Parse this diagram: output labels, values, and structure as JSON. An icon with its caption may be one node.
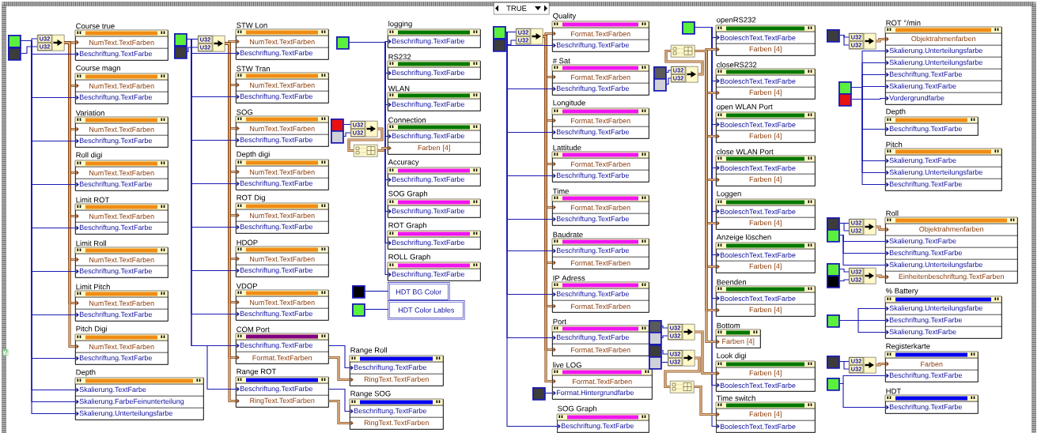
{
  "diagram": {
    "nodes": [
      {
        "text": [],
        "shape": "box"
      },
      {
        "text": [],
        "shape": "box"
      },
      {
        "text": [
          "U32",
          "U32"
        ]
      },
      {
        "text": [
          "Course true",
          "NumText.TextFarben",
          "Beschriftung.TextFarbe"
        ]
      },
      {
        "text": [
          "Course magn",
          "NumText.TextFarben",
          "Beschriftung.TextFarbe"
        ]
      },
      {
        "text": [
          "Variation",
          "NumText.TextFarben",
          "Beschriftung.TextFarbe"
        ]
      },
      {
        "text": [
          "Roll digi",
          "NumText.TextFarben",
          "Beschriftung.TextFarbe"
        ]
      },
      {
        "text": [
          "Limit ROT",
          "NumText.TextFarben",
          "Beschriftung.TextFarbe"
        ]
      },
      {
        "text": [
          "Limit Roll",
          "NumText.TextFarben",
          "Beschriftung.TextFarbe"
        ]
      },
      {
        "text": [
          "Limit Pitch",
          "NumText.TextFarben",
          "Beschriftung.TextFarbe"
        ]
      },
      {
        "text": [
          "Pitch Digi",
          "NumText.TextFarben",
          "Beschriftung.TextFarbe"
        ]
      },
      {
        "text": [
          "Depth",
          "Skalierung.TextFarbe",
          "Skalierung.FarbeFeinunterteilung",
          "Skalierung.Unterteilungsfarbe"
        ]
      },
      {
        "text": [],
        "shape": "box"
      },
      {
        "text": [],
        "shape": "box"
      },
      {
        "text": [
          "U32",
          "U32"
        ]
      },
      {
        "text": [
          "STW Lon",
          "NumText.TextFarben",
          "Beschriftung.TextFarbe"
        ]
      },
      {
        "text": [
          "STW Tran",
          "NumText.TextFarben",
          "Beschriftung.TextFarbe"
        ]
      },
      {
        "text": [
          "SOG",
          "NumText.TextFarben",
          "Beschriftung.TextFarbe"
        ]
      },
      {
        "text": [
          "Depth digi",
          "NumText.TextFarben",
          "Beschriftung.TextFarbe"
        ]
      },
      {
        "text": [
          "ROT Dig",
          "NumText.TextFarben",
          "Beschriftung.TextFarbe"
        ]
      },
      {
        "text": [
          "HDOP",
          "NumText.TextFarben",
          "Beschriftung.TextFarbe"
        ]
      },
      {
        "text": [
          "VDOP",
          "NumText.TextFarben",
          "Beschriftung.TextFarbe"
        ]
      },
      {
        "text": [
          "COM Port",
          "Beschriftung.TextFarbe",
          "Format.TextFarben"
        ]
      },
      {
        "text": [
          "Range ROT",
          "Beschriftung.TextFarbe",
          "RingText.TextFarben"
        ]
      },
      {
        "text": [
          "Range Roll",
          "Beschriftung.TextFarbe",
          "RingText.TextFarben"
        ]
      },
      {
        "text": [
          "Range SOG",
          "Beschriftung.TextFarbe",
          "RingText.TextFarben"
        ]
      },
      {
        "text": [],
        "shape": "box"
      },
      {
        "text": [
          "logging",
          "Beschriftung.TextFarbe"
        ]
      },
      {
        "text": [
          "RS232",
          "Beschriftung.TextFarbe"
        ]
      },
      {
        "text": [
          "WLAN",
          "Beschriftung.TextFarbe"
        ]
      },
      {
        "text": [
          "Connection",
          "Beschriftung.TextFarbe",
          "Farben [4]"
        ]
      },
      {
        "text": [
          "Accuracy",
          "Beschriftung.TextFarbe"
        ]
      },
      {
        "text": [
          "SOG Graph",
          "Beschriftung.TextFarbe"
        ]
      },
      {
        "text": [
          "ROT Graph",
          "Beschriftung.TextFarbe"
        ]
      },
      {
        "text": [
          "ROLL Graph",
          "Beschriftung.TextFarbe"
        ]
      },
      {
        "text": [],
        "shape": "box"
      },
      {
        "text": [],
        "shape": "box"
      },
      {
        "text": [
          "U32",
          "U32"
        ]
      },
      {
        "text": [],
        "shape": "box"
      },
      {
        "text": [],
        "shape": "box"
      },
      {
        "text": [
          "HDT BG Color"
        ]
      },
      {
        "text": [],
        "shape": "box"
      },
      {
        "text": [
          "HDT Color Lables"
        ]
      },
      {
        "text": [],
        "shape": "box"
      },
      {
        "text": [],
        "shape": "box"
      },
      {
        "text": [
          "U32",
          "U32"
        ]
      },
      {
        "text": [
          "Quality",
          "Format.TextFarben",
          "Beschriftung.TextFarbe"
        ]
      },
      {
        "text": [
          "# Sat",
          "Format.TextFarben",
          "Beschriftung.TextFarbe"
        ]
      },
      {
        "text": [
          "Longitude",
          "Format.TextFarben",
          "Beschriftung.TextFarbe"
        ]
      },
      {
        "text": [
          "Lattitude",
          "Format.TextFarben",
          "Beschriftung.TextFarbe"
        ]
      },
      {
        "text": [
          "Time",
          "Format.TextFarben",
          "Beschriftung.TextFarbe"
        ]
      },
      {
        "text": [
          "Baudrate",
          "Beschriftung.TextFarbe",
          "Format.TextFarben"
        ]
      },
      {
        "text": [
          "IP Adress",
          "Beschriftung.TextFarbe",
          "Format.TextFarben"
        ]
      },
      {
        "text": [
          "Port",
          "Beschriftung.TextFarbe",
          "Format.TextFarben"
        ]
      },
      {
        "text": [
          "live LOG",
          "Format.TextFarben",
          "Format.Hintergrundfarbe"
        ]
      },
      {
        "text": [],
        "shape": "box"
      },
      {
        "text": [
          "SOG Graph",
          "Beschriftung.TextFarbe"
        ]
      },
      {
        "text": [],
        "shape": "box"
      },
      {
        "text": [],
        "shape": "box"
      },
      {
        "text": [],
        "shape": "box"
      },
      {
        "text": [],
        "shape": "box"
      },
      {
        "text": [
          "U32",
          "U32"
        ]
      },
      {
        "text": [
          "openRS232",
          "BooleschText.TextFarbe",
          "Farben [4]"
        ]
      },
      {
        "text": [
          "closeRS232",
          "BooleschText.TextFarbe",
          "Farben [4]"
        ]
      },
      {
        "text": [
          "open WLAN Port",
          "BooleschText.TextFarbe",
          "Farben [4]"
        ]
      },
      {
        "text": [
          "close WLAN Port",
          "BooleschText.TextFarbe",
          "Farben [4]"
        ]
      },
      {
        "text": [
          "Loggen",
          "BooleschText.TextFarbe",
          "Farben [4]"
        ]
      },
      {
        "text": [
          "Anzeige löschen",
          "BooleschText.TextFarbe",
          "Farben [4]"
        ]
      },
      {
        "text": [
          "Beenden",
          "BooleschText.TextFarbe",
          "Farben [4]"
        ]
      },
      {
        "text": [
          "Bottom",
          "Farben [4]"
        ]
      },
      {
        "text": [],
        "shape": "box"
      },
      {
        "text": [],
        "shape": "box"
      },
      {
        "text": [],
        "shape": "box"
      },
      {
        "text": [],
        "shape": "box"
      },
      {
        "text": [
          "U32",
          "U32"
        ]
      },
      {
        "text": [
          "U32",
          "U32"
        ]
      },
      {
        "text": [],
        "shape": "box"
      },
      {
        "text": [
          "Look digi",
          "Farben [4]",
          "BooleschText.TextFarbe"
        ]
      },
      {
        "text": [
          "Time switch",
          "Farben [4]",
          "BooleschText.TextFarbe"
        ]
      },
      {
        "text": [],
        "shape": "box"
      },
      {
        "text": [
          "U32",
          "U32"
        ]
      },
      {
        "text": [
          "ROT °/min",
          "Objektrahmenfarben",
          "Skalierung.Unterteilungsfarbe",
          "Skalierung.Unterteilungsfarbe",
          "Beschriftung.TextFarbe",
          "Skalierung.TextFarbe",
          "Vordergrundfarbe"
        ]
      },
      {
        "text": [],
        "shape": "box"
      },
      {
        "text": [],
        "shape": "box"
      },
      {
        "text": [
          "Depth",
          "Beschriftung.TextFarbe"
        ]
      },
      {
        "text": [
          "Pitch",
          "Skalierung.TextFarbe",
          "Skalierung.Unterteilungsfarbe",
          "Beschriftung.TextFarbe"
        ]
      },
      {
        "text": [],
        "shape": "box"
      },
      {
        "text": [],
        "shape": "box"
      },
      {
        "text": [
          "U32",
          "U32"
        ]
      },
      {
        "text": [
          "Roll",
          "Objektrahmenfarben",
          "Skalierung.TextFarbe",
          "Beschriftung.TextFarbe",
          "Skalierung.Unterteilungsfarbe",
          "Einheitenbeschriftung.TextFarben"
        ]
      },
      {
        "text": [],
        "shape": "box"
      },
      {
        "text": [],
        "shape": "box"
      },
      {
        "text": [
          "U32",
          "U32"
        ]
      },
      {
        "text": [
          "% Battery",
          "Skalierung.Unterteilungsfarbe",
          "Beschriftung.TextFarbe",
          "Skalierung.TextFarbe"
        ]
      },
      {
        "text": [],
        "shape": "box"
      },
      {
        "text": [],
        "shape": "box"
      },
      {
        "text": [],
        "shape": "box"
      },
      {
        "text": [
          "U32",
          "U32"
        ]
      },
      {
        "text": [
          "Registerkarte",
          "Farben",
          "Beschriftung.TextFarbe"
        ]
      },
      {
        "text": [
          "HDT",
          "Beschriftung.TextFarbe"
        ]
      }
    ],
    "edges": [
      {
        "from": 0,
        "to": 2,
        "arrow": "none"
      },
      {
        "from": 1,
        "to": 2,
        "arrow": "none"
      },
      {
        "from": 2,
        "to": 3,
        "arrow": "none",
        "color": "#8b4513",
        "style": "thick"
      },
      {
        "from": 2,
        "to": 4,
        "arrow": "none",
        "color": "#8b4513",
        "style": "thick"
      },
      {
        "from": 2,
        "to": 5,
        "arrow": "none",
        "color": "#8b4513",
        "style": "thick"
      },
      {
        "from": 2,
        "to": 6,
        "arrow": "none",
        "color": "#8b4513",
        "style": "thick"
      },
      {
        "from": 2,
        "to": 7,
        "arrow": "none",
        "color": "#8b4513",
        "style": "thick"
      },
      {
        "from": 2,
        "to": 8,
        "arrow": "none",
        "color": "#8b4513",
        "style": "thick"
      },
      {
        "from": 2,
        "to": 9,
        "arrow": "none",
        "color": "#8b4513",
        "style": "thick"
      },
      {
        "from": 2,
        "to": 10,
        "arrow": "none",
        "color": "#8b4513",
        "style": "thick"
      },
      {
        "from": 0,
        "to": 3,
        "arrow": "none"
      },
      {
        "from": 0,
        "to": 4,
        "arrow": "none"
      },
      {
        "from": 0,
        "to": 5,
        "arrow": "none"
      },
      {
        "from": 0,
        "to": 6,
        "arrow": "none"
      },
      {
        "from": 0,
        "to": 7,
        "arrow": "none"
      },
      {
        "from": 0,
        "to": 8,
        "arrow": "none"
      },
      {
        "from": 0,
        "to": 9,
        "arrow": "none"
      },
      {
        "from": 0,
        "to": 10,
        "arrow": "none"
      },
      {
        "from": 0,
        "to": 11,
        "arrow": "none"
      },
      {
        "from": 0,
        "to": 11,
        "arrow": "none"
      },
      {
        "from": 0,
        "to": 11,
        "arrow": "none"
      },
      {
        "from": 12,
        "to": 14,
        "arrow": "none"
      },
      {
        "from": 13,
        "to": 14,
        "arrow": "none"
      },
      {
        "from": 14,
        "to": 15,
        "arrow": "none",
        "color": "#8b4513",
        "style": "thick"
      },
      {
        "from": 14,
        "to": 16,
        "arrow": "none",
        "color": "#8b4513",
        "style": "thick"
      },
      {
        "from": 14,
        "to": 17,
        "arrow": "none",
        "color": "#8b4513",
        "style": "thick"
      },
      {
        "from": 14,
        "to": 18,
        "arrow": "none",
        "color": "#8b4513",
        "style": "thick"
      },
      {
        "from": 14,
        "to": 19,
        "arrow": "none",
        "color": "#8b4513",
        "style": "thick"
      },
      {
        "from": 14,
        "to": 20,
        "arrow": "none",
        "color": "#8b4513",
        "style": "thick"
      },
      {
        "from": 14,
        "to": 21,
        "arrow": "none",
        "color": "#8b4513",
        "style": "thick"
      },
      {
        "from": 14,
        "to": 22,
        "arrow": "none",
        "color": "#8b4513",
        "style": "thick"
      },
      {
        "from": 14,
        "to": 23,
        "arrow": "none",
        "color": "#8b4513",
        "style": "thick"
      },
      {
        "from": 12,
        "to": 15,
        "arrow": "none"
      },
      {
        "from": 12,
        "to": 16,
        "arrow": "none"
      },
      {
        "from": 12,
        "to": 17,
        "arrow": "none"
      },
      {
        "from": 12,
        "to": 18,
        "arrow": "none"
      },
      {
        "from": 12,
        "to": 19,
        "arrow": "none"
      },
      {
        "from": 12,
        "to": 20,
        "arrow": "none"
      },
      {
        "from": 12,
        "to": 21,
        "arrow": "none"
      },
      {
        "from": 12,
        "to": 22,
        "arrow": "none"
      },
      {
        "from": 12,
        "to": 23,
        "arrow": "none"
      },
      {
        "from": 22,
        "to": 24,
        "arrow": "none"
      },
      {
        "from": 22,
        "to": 24,
        "arrow": "none",
        "color": "#8b4513",
        "style": "thick"
      },
      {
        "from": 23,
        "to": 25,
        "arrow": "none"
      },
      {
        "from": 23,
        "to": 25,
        "arrow": "none",
        "color": "#8b4513",
        "style": "thick"
      },
      {
        "from": 26,
        "to": 27,
        "arrow": "none"
      },
      {
        "from": 26,
        "to": 28,
        "arrow": "none"
      },
      {
        "from": 26,
        "to": 29,
        "arrow": "none"
      },
      {
        "from": 26,
        "to": 30,
        "arrow": "none"
      },
      {
        "from": 26,
        "to": 31,
        "arrow": "none"
      },
      {
        "from": 26,
        "to": 32,
        "arrow": "none"
      },
      {
        "from": 26,
        "to": 33,
        "arrow": "none"
      },
      {
        "from": 26,
        "to": 34,
        "arrow": "none"
      },
      {
        "from": 35,
        "to": 37,
        "arrow": "none"
      },
      {
        "from": 36,
        "to": 37,
        "arrow": "none"
      },
      {
        "from": 37,
        "to": 38,
        "arrow": "none",
        "color": "#8b4513",
        "style": "thick"
      },
      {
        "from": 38,
        "to": 30,
        "arrow": "none",
        "color": "#8b4513",
        "style": "thick"
      },
      {
        "from": 39,
        "to": 40,
        "arrow": "none"
      },
      {
        "from": 41,
        "to": 42,
        "arrow": "none"
      },
      {
        "from": 43,
        "to": 45,
        "arrow": "none"
      },
      {
        "from": 44,
        "to": 45,
        "arrow": "none"
      },
      {
        "from": 45,
        "to": 46,
        "arrow": "none",
        "color": "#8b4513",
        "style": "thick"
      },
      {
        "from": 45,
        "to": 47,
        "arrow": "none",
        "color": "#8b4513",
        "style": "thick"
      },
      {
        "from": 45,
        "to": 48,
        "arrow": "none",
        "color": "#8b4513",
        "style": "thick"
      },
      {
        "from": 45,
        "to": 49,
        "arrow": "none",
        "color": "#8b4513",
        "style": "thick"
      },
      {
        "from": 45,
        "to": 50,
        "arrow": "none",
        "color": "#8b4513",
        "style": "thick"
      },
      {
        "from": 45,
        "to": 51,
        "arrow": "none",
        "color": "#8b4513",
        "style": "thick"
      },
      {
        "from": 45,
        "to": 52,
        "arrow": "none",
        "color": "#8b4513",
        "style": "thick"
      },
      {
        "from": 45,
        "to": 53,
        "arrow": "none",
        "color": "#8b4513",
        "style": "thick"
      },
      {
        "from": 45,
        "to": 54,
        "arrow": "none",
        "color": "#8b4513",
        "style": "thick"
      },
      {
        "from": 43,
        "to": 46,
        "arrow": "none"
      },
      {
        "from": 43,
        "to": 47,
        "arrow": "none"
      },
      {
        "from": 43,
        "to": 48,
        "arrow": "none"
      },
      {
        "from": 43,
        "to": 49,
        "arrow": "none"
      },
      {
        "from": 43,
        "to": 50,
        "arrow": "none"
      },
      {
        "from": 43,
        "to": 51,
        "arrow": "none"
      },
      {
        "from": 43,
        "to": 52,
        "arrow": "none"
      },
      {
        "from": 43,
        "to": 53,
        "arrow": "none"
      },
      {
        "from": 43,
        "to": 56,
        "arrow": "none"
      },
      {
        "from": 55,
        "to": 54,
        "arrow": "none"
      },
      {
        "from": 57,
        "to": 62,
        "arrow": "none"
      },
      {
        "from": 57,
        "to": 63,
        "arrow": "none"
      },
      {
        "from": 57,
        "to": 64,
        "arrow": "none"
      },
      {
        "from": 57,
        "to": 65,
        "arrow": "none"
      },
      {
        "from": 57,
        "to": 66,
        "arrow": "none"
      },
      {
        "from": 57,
        "to": 67,
        "arrow": "none"
      },
      {
        "from": 57,
        "to": 68,
        "arrow": "none"
      },
      {
        "from": 57,
        "to": 77,
        "arrow": "none"
      },
      {
        "from": 57,
        "to": 78,
        "arrow": "none"
      },
      {
        "from": 59,
        "to": 61,
        "arrow": "none"
      },
      {
        "from": 60,
        "to": 61,
        "arrow": "none"
      },
      {
        "from": 61,
        "to": 58,
        "arrow": "none",
        "color": "#8b4513",
        "style": "thick"
      },
      {
        "from": 58,
        "to": 62,
        "arrow": "none",
        "color": "#8b4513",
        "style": "thick"
      },
      {
        "from": 58,
        "to": 63,
        "arrow": "none",
        "color": "#8b4513",
        "style": "thick"
      },
      {
        "from": 58,
        "to": 64,
        "arrow": "none",
        "color": "#8b4513",
        "style": "thick"
      },
      {
        "from": 58,
        "to": 65,
        "arrow": "none",
        "color": "#8b4513",
        "style": "thick"
      },
      {
        "from": 58,
        "to": 66,
        "arrow": "none",
        "color": "#8b4513",
        "style": "thick"
      },
      {
        "from": 58,
        "to": 67,
        "arrow": "none",
        "color": "#8b4513",
        "style": "thick"
      },
      {
        "from": 58,
        "to": 68,
        "arrow": "none",
        "color": "#8b4513",
        "style": "thick"
      },
      {
        "from": 58,
        "to": 69,
        "arrow": "none",
        "color": "#8b4513",
        "style": "thick"
      },
      {
        "from": 70,
        "to": 74,
        "arrow": "none"
      },
      {
        "from": 71,
        "to": 74,
        "arrow": "none"
      },
      {
        "from": 72,
        "to": 75,
        "arrow": "none"
      },
      {
        "from": 73,
        "to": 75,
        "arrow": "none"
      },
      {
        "from": 74,
        "to": 77,
        "arrow": "none",
        "color": "#8b4513",
        "style": "thick"
      },
      {
        "from": 75,
        "to": 76,
        "arrow": "none",
        "color": "#8b4513",
        "style": "thick"
      },
      {
        "from": 76,
        "to": 78,
        "arrow": "none",
        "color": "#8b4513",
        "style": "thick"
      },
      {
        "from": 79,
        "to": 80,
        "arrow": "none"
      },
      {
        "from": 79,
        "to": 80,
        "arrow": "none"
      },
      {
        "from": 80,
        "to": 81,
        "arrow": "none",
        "color": "#8b4513",
        "style": "thick"
      },
      {
        "from": 82,
        "to": 81,
        "arrow": "none"
      },
      {
        "from": 82,
        "to": 81,
        "arrow": "none"
      },
      {
        "from": 82,
        "to": 81,
        "arrow": "none"
      },
      {
        "from": 82,
        "to": 81,
        "arrow": "none"
      },
      {
        "from": 83,
        "to": 81,
        "arrow": "none"
      },
      {
        "from": 82,
        "to": 84,
        "arrow": "none"
      },
      {
        "from": 82,
        "to": 85,
        "arrow": "none"
      },
      {
        "from": 82,
        "to": 85,
        "arrow": "none"
      },
      {
        "from": 82,
        "to": 85,
        "arrow": "none"
      },
      {
        "from": 86,
        "to": 88,
        "arrow": "none"
      },
      {
        "from": 86,
        "to": 88,
        "arrow": "none"
      },
      {
        "from": 88,
        "to": 89,
        "arrow": "none",
        "color": "#8b4513",
        "style": "thick"
      },
      {
        "from": 87,
        "to": 89,
        "arrow": "none"
      },
      {
        "from": 87,
        "to": 89,
        "arrow": "none"
      },
      {
        "from": 87,
        "to": 89,
        "arrow": "none"
      },
      {
        "from": 90,
        "to": 92,
        "arrow": "none"
      },
      {
        "from": 91,
        "to": 92,
        "arrow": "none"
      },
      {
        "from": 92,
        "to": 89,
        "arrow": "none",
        "color": "#8b4513",
        "style": "thick"
      },
      {
        "from": 94,
        "to": 93,
        "arrow": "none"
      },
      {
        "from": 94,
        "to": 93,
        "arrow": "none"
      },
      {
        "from": 94,
        "to": 93,
        "arrow": "none"
      },
      {
        "from": 95,
        "to": 97,
        "arrow": "none"
      },
      {
        "from": 95,
        "to": 97,
        "arrow": "none"
      },
      {
        "from": 97,
        "to": 98,
        "arrow": "none",
        "color": "#8b4513",
        "style": "thick"
      },
      {
        "from": 96,
        "to": 98,
        "arrow": "none"
      },
      {
        "from": 96,
        "to": 99,
        "arrow": "none"
      }
    ],
    "labels": [
      "TRUE",
      "?"
    ]
  }
}
